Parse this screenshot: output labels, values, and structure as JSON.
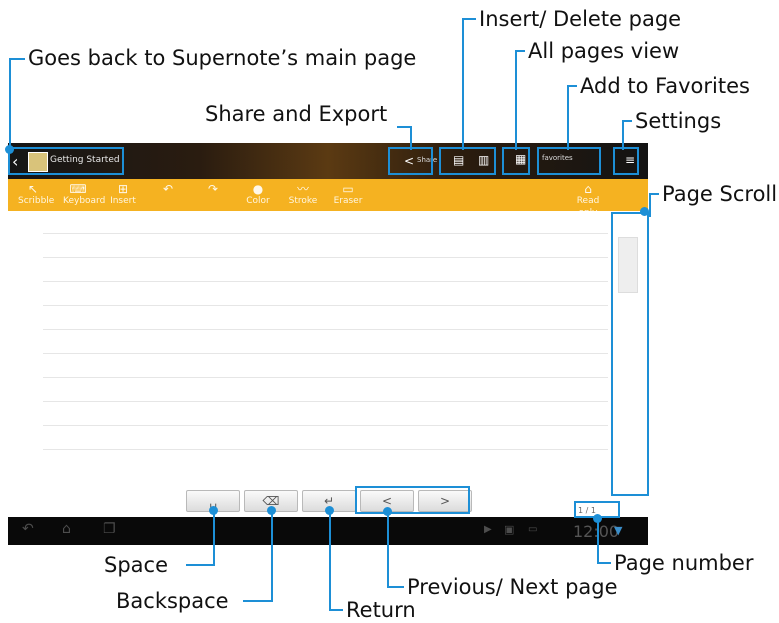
{
  "callouts": {
    "back": "Goes back to Supernote’s main page",
    "insert_delete": "Insert/ Delete page",
    "all_pages": "All pages view",
    "favorites": "Add to Favorites",
    "share_export": "Share and Export",
    "settings": "Settings",
    "page_scroll": "Page Scroll",
    "space": "Space",
    "backspace": "Backspace",
    "return": "Return",
    "prev_next": "Previous/ Next page",
    "page_number": "Page number"
  },
  "screen": {
    "title": "Getting Started",
    "share_label": "Share",
    "favorites_label": "favorites",
    "toolbar": [
      {
        "icon": "pointer-icon",
        "glyph": "↖",
        "label": "Scribble"
      },
      {
        "icon": "keyboard-icon",
        "glyph": "⌨",
        "label": "Keyboard"
      },
      {
        "icon": "insert-icon",
        "glyph": "⊞",
        "label": "Insert"
      },
      {
        "icon": "undo-icon",
        "glyph": "↶",
        "label": ""
      },
      {
        "icon": "redo-icon",
        "glyph": "↷",
        "label": ""
      },
      {
        "icon": "color-icon",
        "glyph": "●",
        "label": "Color"
      },
      {
        "icon": "stroke-icon",
        "glyph": "〰",
        "label": "Stroke"
      },
      {
        "icon": "eraser-icon",
        "glyph": "▭",
        "label": "Eraser"
      }
    ],
    "read_only_label": "Read only",
    "page_indicator": "1 / 1",
    "clock": "12:00",
    "keys": {
      "space": "␣",
      "backspace": "⌫",
      "return": "↵",
      "prev": "<",
      "next": ">"
    }
  }
}
